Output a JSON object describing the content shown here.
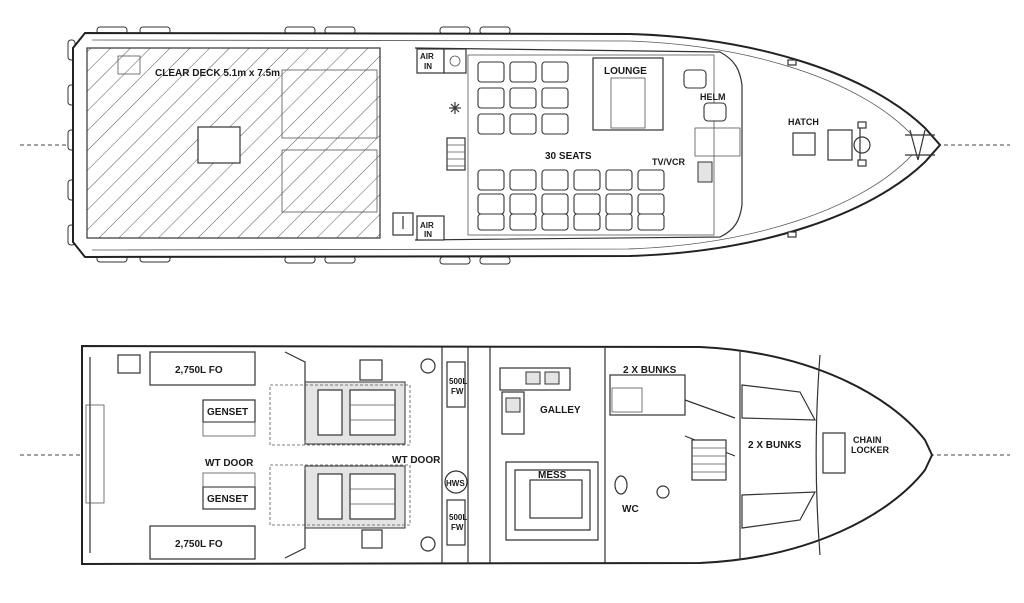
{
  "upper_deck": {
    "clear_deck": "CLEAR DECK 5.1m x 7.5m",
    "air_in_top": [
      "AIR",
      "IN"
    ],
    "air_in_bottom": [
      "AIR",
      "IN"
    ],
    "lounge": "LOUNGE",
    "helm": "HELM",
    "hatch": "HATCH",
    "seats": "30 SEATS",
    "tv": "TV/VCR"
  },
  "lower_deck": {
    "fuel_top": "2,750L FO",
    "fuel_bottom": "2,750L FO",
    "genset_top": "GENSET",
    "genset_bottom": "GENSET",
    "wt_door_left": "WT DOOR",
    "wt_door_right": "WT DOOR",
    "fw_top": [
      "500L",
      "FW"
    ],
    "fw_bottom": [
      "500L",
      "FW"
    ],
    "hws": "HWS",
    "galley": "GALLEY",
    "mess": "MESS",
    "wc": "WC",
    "bunks_a": "2 X BUNKS",
    "bunks_b": "2 X BUNKS",
    "chain_locker": [
      "CHAIN",
      "LOCKER"
    ]
  }
}
